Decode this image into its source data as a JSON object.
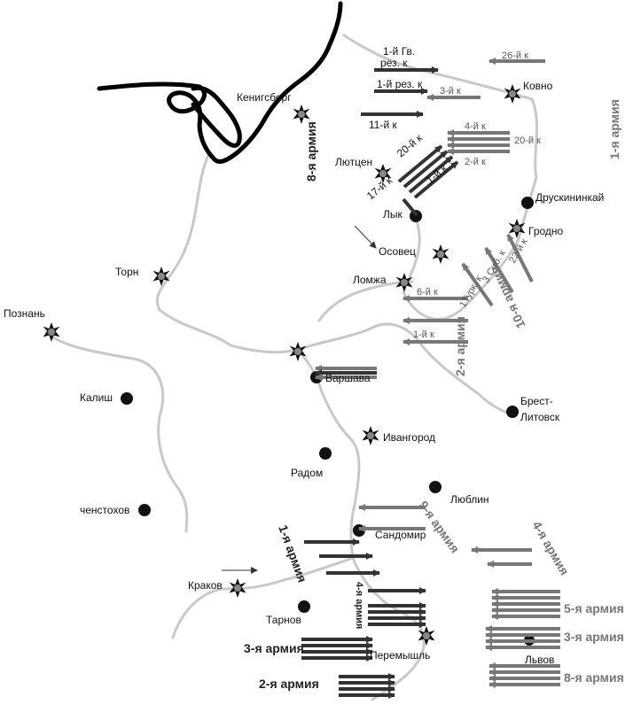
{
  "cities": {
    "konigsberg": "Кенигсберг",
    "kovno": "Ковно",
    "lyutsen": "Лютцен",
    "lyk": "Лык",
    "druskininkai": "Друскининкай",
    "grodno": "Гродно",
    "osovets": "Осовец",
    "torn": "Торн",
    "lomzha": "Ломжа",
    "poznan": "Познань",
    "varshava": "Варшава",
    "kalish": "Калиш",
    "brest": "Брест-",
    "brest2": "Литовск",
    "ivangorod": "Ивангород",
    "radom": "Радом",
    "lyublin": "Люблин",
    "chenstokhov": "ченстохов",
    "sandomir": "Сандомир",
    "krakov": "Краков",
    "tarnov": "Тарнов",
    "peremyshl": "Перемышль",
    "lvov": "Львов"
  },
  "armies": {
    "a8": "8-я армия",
    "a1_north": "1-я армия",
    "a10": "10-я армия",
    "a2_north": "2-я армия",
    "a9": "9-я армия",
    "a4_rus": "4-я армия",
    "a1_south": "1-я армия",
    "a4_aus": "4-я армия",
    "a5": "5-я армия",
    "a3_rus": "3-я армия",
    "a8_south": "8-я армия",
    "a3_aus": "3-я армия",
    "a2_aus": "2-я армия"
  },
  "corps": {
    "gv1": "1-й Гв.",
    "gv1b": "рез. к",
    "k26": "26-й к",
    "rez1": "1-й рез. к",
    "k3": "3-й к",
    "k11": "11-й к",
    "k4": "4-й к",
    "k20e": "20-й к",
    "k2": "2-й к",
    "k20g": "20-й к",
    "k17": "17-й к",
    "k1g": "1-й к",
    "k22": "22-й к",
    "sib3": "3 Сиб. к",
    "turk1": "1Турк. к",
    "k6": "6-й к",
    "k1r": "1-й к"
  }
}
